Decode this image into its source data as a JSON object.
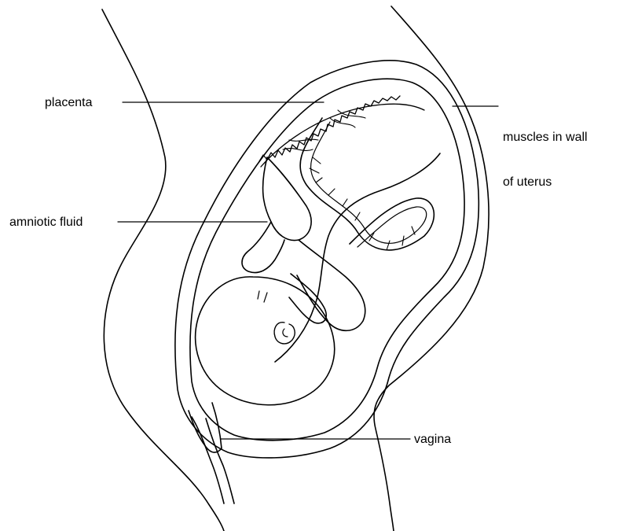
{
  "labels": {
    "placenta": "placenta",
    "amniotic_fluid": "amniotic fluid",
    "muscles_line1": "muscles in wall",
    "muscles_line2": "of uterus",
    "vagina": "vagina"
  },
  "colors": {
    "line": "#000000",
    "background": "#ffffff"
  }
}
